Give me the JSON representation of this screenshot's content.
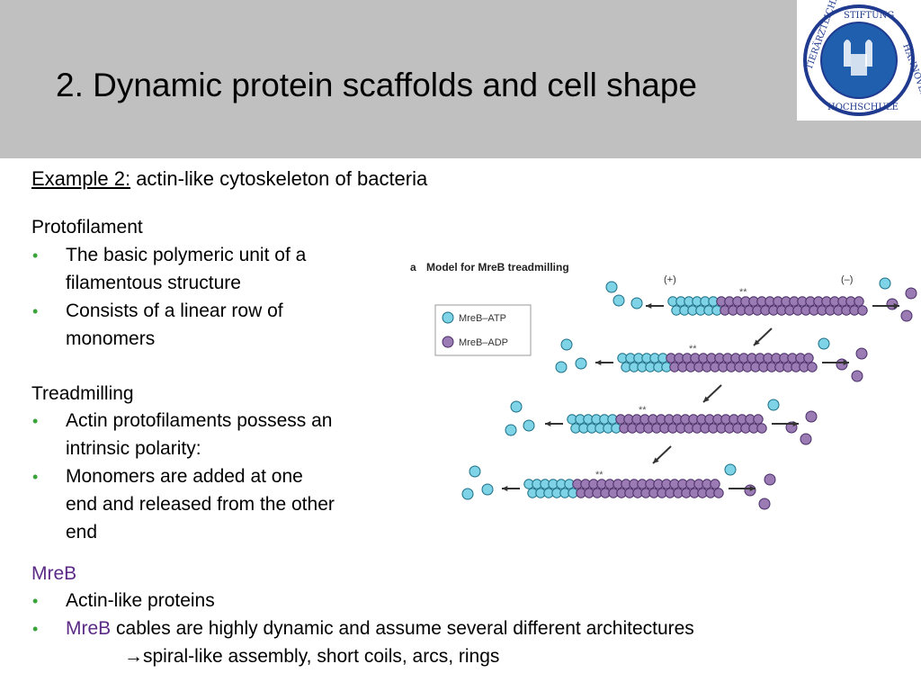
{
  "title": "2. Dynamic protein scaffolds and cell shape",
  "example": {
    "label": "Example 2:",
    "text": "actin-like cytoskeleton of bacteria"
  },
  "protofilament": {
    "heading": "Protofilament",
    "items": [
      [
        "The basic polymeric unit of a",
        "filamentous structure"
      ],
      [
        "Consists of a linear row of",
        "monomers"
      ]
    ]
  },
  "treadmilling": {
    "heading": "Treadmilling",
    "items": [
      [
        "Actin protofilaments possess an",
        "intrinsic polarity:"
      ],
      [
        "Monomers are added at one",
        "end and released from the other",
        "end"
      ]
    ]
  },
  "mreb": {
    "heading": "MreB",
    "item1": "Actin-like proteins",
    "item2_highlight": "MreB",
    "item2_rest": "cables are highly dynamic and assume several different architectures",
    "item2_arrow": "→",
    "item2_sub": "spiral-like assembly, short coils, arcs, rings"
  },
  "figure": {
    "panel_letter": "a",
    "caption": "Model for MreB treadmilling",
    "legend": [
      "MreB–ATP",
      "MreB–ADP"
    ],
    "plus_label": "(+)",
    "minus_label": "(–)",
    "stars": "**",
    "colors": {
      "atp": "#7fd3e6",
      "adp": "#9a7bb4",
      "atp_dark": "#1a6f85",
      "adp_dark": "#4a2d66"
    }
  }
}
